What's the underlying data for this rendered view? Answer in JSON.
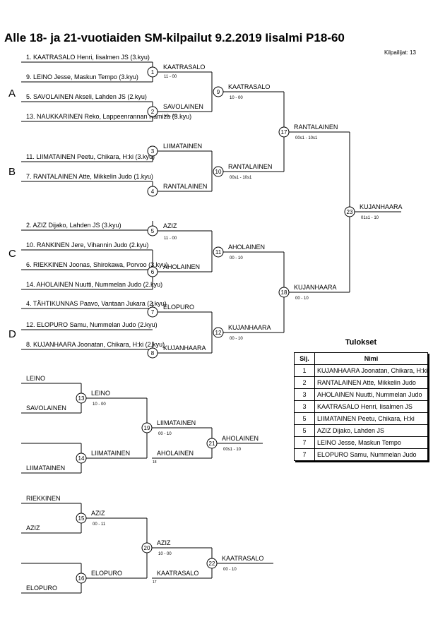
{
  "title": "Alle 18- ja 21-vuotiaiden SM-kilpailut  9.2.2019  Iisalmi   P18-60",
  "competitors_count": "Kilpailijat: 13",
  "pools": [
    "A",
    "B",
    "C",
    "D"
  ],
  "entries": [
    "1. KAATRASALO Henri, Iisalmen JS (3.kyu)",
    "9. LEINO Jesse, Maskun Tempo (3.kyu)",
    "5. SAVOLAINEN Akseli, Lahden JS (2.kyu)",
    "13. NAUKKARINEN Reko, Lappeenrannan Kamiza (3.kyu)",
    "11. LIIMATAINEN Peetu, Chikara, H:ki (3.kyu)",
    "7. RANTALAINEN Atte, Mikkelin Judo (1.kyu)",
    "2. AZIZ Dijako, Lahden JS (3.kyu)",
    "10. RANKINEN Jere, Vihannin Judo (2.kyu)",
    "6. RIEKKINEN Joonas, Shirokawa, Porvoo (3.kyu)",
    "14. AHOLAINEN Nuutti, Nummelan Judo (2.kyu)",
    "4. TÄHTIKUNNAS Paavo, Vantaan Jukara (2.kyu)",
    "12. ELOPURO Samu, Nummelan Judo (2.kyu)",
    "8. KUJANHAARA Joonatan, Chikara, H:ki (2.kyu)"
  ],
  "matches": [
    {
      "no": "1",
      "winner": "KAATRASALO",
      "score": "11 - 00"
    },
    {
      "no": "2",
      "winner": "SAVOLAINEN",
      "score": "10 - 00"
    },
    {
      "no": "3",
      "winner": "LIIMATAINEN",
      "score": ""
    },
    {
      "no": "4",
      "winner": "RANTALAINEN",
      "score": ""
    },
    {
      "no": "5",
      "winner": "AZIZ",
      "score": "11 - 00"
    },
    {
      "no": "6",
      "winner": "AHOLAINEN",
      "score": ""
    },
    {
      "no": "7",
      "winner": "ELOPURO",
      "score": ""
    },
    {
      "no": "8",
      "winner": "KUJANHAARA",
      "score": ""
    },
    {
      "no": "9",
      "winner": "KAATRASALO",
      "score": "10 - 00"
    },
    {
      "no": "10",
      "winner": "RANTALAINEN",
      "score": "00s1 - 10s1"
    },
    {
      "no": "11",
      "winner": "AHOLAINEN",
      "score": "00 - 10"
    },
    {
      "no": "12",
      "winner": "KUJANHAARA",
      "score": "00 - 10"
    },
    {
      "no": "17",
      "winner": "RANTALAINEN",
      "score": "00s1 - 10s1"
    },
    {
      "no": "18",
      "winner": "KUJANHAARA",
      "score": "00 - 10"
    },
    {
      "no": "23",
      "winner": "KUJANHAARA",
      "score": "01s1 - 10"
    },
    {
      "no": "13",
      "winner": "LEINO",
      "score": "10 - 00"
    },
    {
      "no": "14",
      "winner": "LIIMATAINEN",
      "score": ""
    },
    {
      "no": "19",
      "winner": "LIIMATAINEN",
      "score": "00 - 10"
    },
    {
      "no": "21",
      "winner": "AHOLAINEN",
      "score": "00s1 - 10"
    },
    {
      "no": "15",
      "winner": "AZIZ",
      "score": "00 - 11"
    },
    {
      "no": "16",
      "winner": "ELOPURO",
      "score": ""
    },
    {
      "no": "20",
      "winner": "AZIZ",
      "score": "10 - 00"
    },
    {
      "no": "22",
      "winner": "KAATRASALO",
      "score": "00 - 10"
    }
  ],
  "repechage_entries": [
    "LEINO",
    "SAVOLAINEN",
    "LIIMATAINEN",
    "RIEKKINEN",
    "AZIZ",
    "ELOPURO"
  ],
  "repechage_losers": [
    "AHOLAINEN",
    "KAATRASALO"
  ],
  "source_refs": [
    "18",
    "17"
  ],
  "results": {
    "title": "Tulokset",
    "headers": [
      "Sij.",
      "Nimi"
    ],
    "rows": [
      {
        "rank": "1",
        "name": "KUJANHAARA Joonatan, Chikara, H:ki"
      },
      {
        "rank": "2",
        "name": "RANTALAINEN Atte, Mikkelin Judo"
      },
      {
        "rank": "3",
        "name": "AHOLAINEN Nuutti, Nummelan Judo"
      },
      {
        "rank": "3",
        "name": "KAATRASALO Henri, Iisalmen JS"
      },
      {
        "rank": "5",
        "name": "LIIMATAINEN Peetu, Chikara, H:ki"
      },
      {
        "rank": "5",
        "name": "AZIZ Dijako, Lahden JS"
      },
      {
        "rank": "7",
        "name": "LEINO Jesse, Maskun Tempo"
      },
      {
        "rank": "7",
        "name": "ELOPURO Samu, Nummelan Judo"
      }
    ]
  }
}
